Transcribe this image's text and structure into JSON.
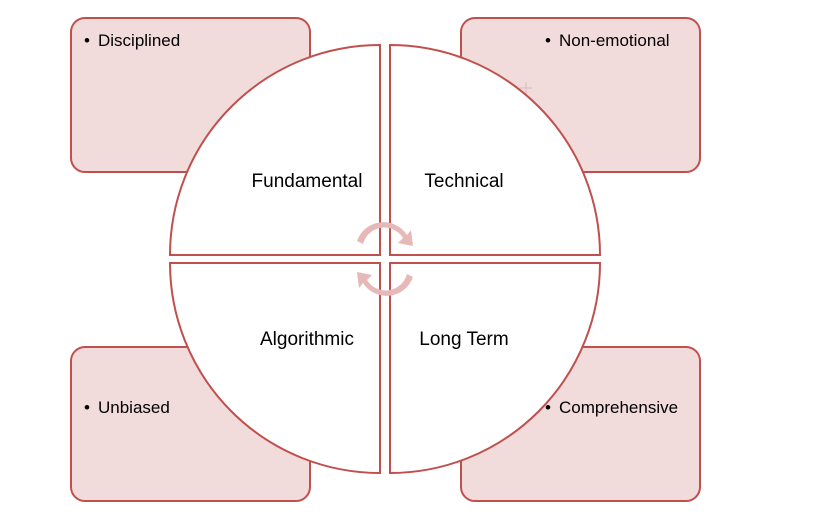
{
  "quadrants": {
    "top_left": "Fundamental",
    "top_right": "Technical",
    "bottom_left": "Algorithmic",
    "bottom_right": "Long Term"
  },
  "boxes": {
    "top_left": "Disciplined",
    "top_right": "Non-emotional",
    "bottom_left": "Unbiased",
    "bottom_right": "Comprehensive"
  },
  "bullet": "•",
  "colors": {
    "box_fill": "#f2dbdb",
    "outline": "#c0504d",
    "arrow": "#e6b9b8"
  },
  "icons": {
    "center": "cycle-arrows-icon"
  }
}
